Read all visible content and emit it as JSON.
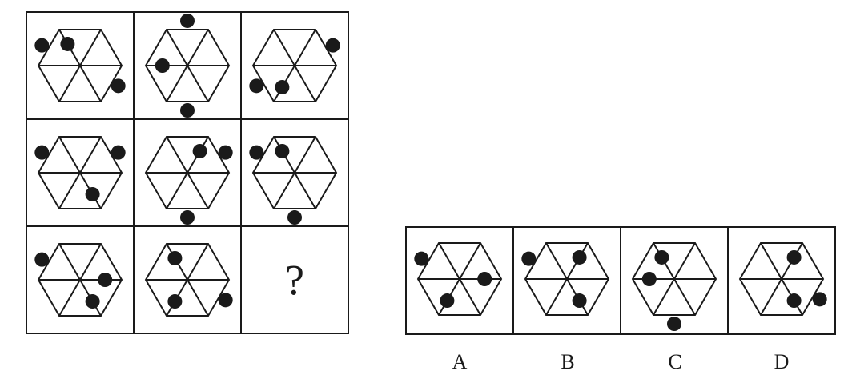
{
  "question_mark": "?",
  "option_labels": [
    "A",
    "B",
    "C",
    "D"
  ],
  "colors": {
    "ink": "#1a1a1a",
    "background": "#ffffff"
  },
  "grid": {
    "rows": 3,
    "cols": 3,
    "cells": [
      {
        "outside": [
          "upper-left",
          "lower-right"
        ],
        "inside": [
          0
        ]
      },
      {
        "outside": [
          "top",
          "bottom"
        ],
        "inside": [
          5
        ]
      },
      {
        "outside": [
          "upper-right",
          "lower-left"
        ],
        "inside": [
          4
        ]
      },
      {
        "outside": [
          "upper-left",
          "upper-right"
        ],
        "inside": [
          3
        ]
      },
      {
        "outside": [
          "upper-right",
          "bottom"
        ],
        "inside": [
          1
        ]
      },
      {
        "outside": [
          "upper-left",
          "bottom"
        ],
        "inside": [
          0
        ]
      },
      {
        "outside": [
          "upper-left"
        ],
        "inside": [
          2,
          3
        ]
      },
      {
        "outside": [
          "lower-right"
        ],
        "inside": [
          0,
          4
        ]
      },
      {
        "missing": true
      }
    ]
  },
  "options": [
    {
      "label": "A",
      "outside": [
        "upper-left"
      ],
      "inside": [
        2,
        4
      ]
    },
    {
      "label": "B",
      "outside": [
        "upper-left"
      ],
      "inside": [
        1,
        3
      ]
    },
    {
      "label": "C",
      "outside": [
        "bottom"
      ],
      "inside": [
        0,
        5
      ]
    },
    {
      "label": "D",
      "outside": [
        "lower-right"
      ],
      "inside": [
        1,
        3
      ]
    }
  ]
}
